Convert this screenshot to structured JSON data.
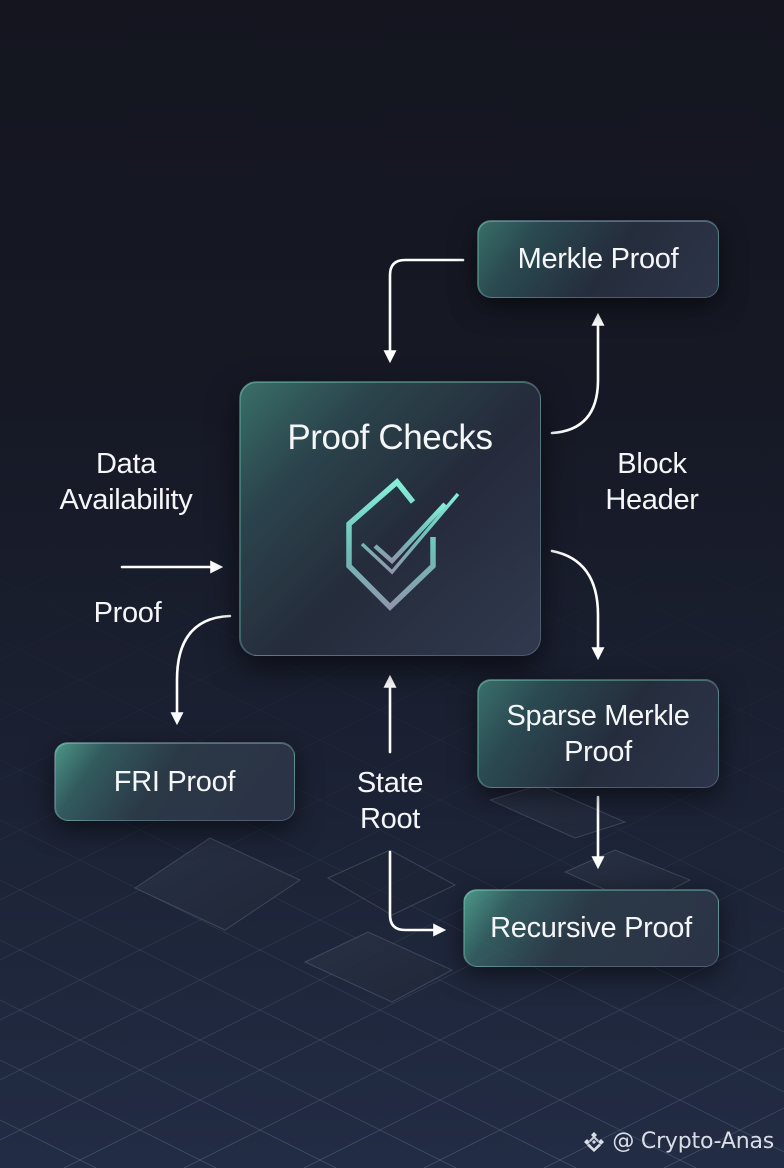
{
  "diagram": {
    "center": {
      "title": "Proof Checks",
      "icon": "shield-check-icon"
    },
    "nodes": {
      "merkle_proof": "Merkle Proof",
      "fri_proof": "FRI Proof",
      "sparse_merkle_proof_line1": "Sparse Merkle",
      "sparse_merkle_proof_line2": "Proof",
      "recursive_proof": "Recursive Proof"
    },
    "labels": {
      "data_availability_line1": "Data",
      "data_availability_line2": "Availability",
      "proof": "Proof",
      "block_header_line1": "Block",
      "block_header_line2": "Header",
      "state_root_line1": "State",
      "state_root_line2": "Root"
    },
    "edges": [
      {
        "from": "Merkle Proof",
        "to": "Proof Checks"
      },
      {
        "from": "Proof Checks",
        "to": "Merkle Proof"
      },
      {
        "from": "Data Availability",
        "to": "Proof Checks"
      },
      {
        "from": "Proof Checks",
        "to": "FRI Proof"
      },
      {
        "from": "Proof Checks",
        "to": "Sparse Merkle Proof"
      },
      {
        "from": "Sparse Merkle Proof",
        "to": "Recursive Proof"
      },
      {
        "from": "State Root",
        "to": "Proof Checks"
      },
      {
        "from": "State Root",
        "to": "Recursive Proof"
      }
    ],
    "accent_color": "#7fe6cf"
  },
  "watermark": {
    "icon": "binance-logo-icon",
    "text": "@ Crypto-Anas"
  }
}
